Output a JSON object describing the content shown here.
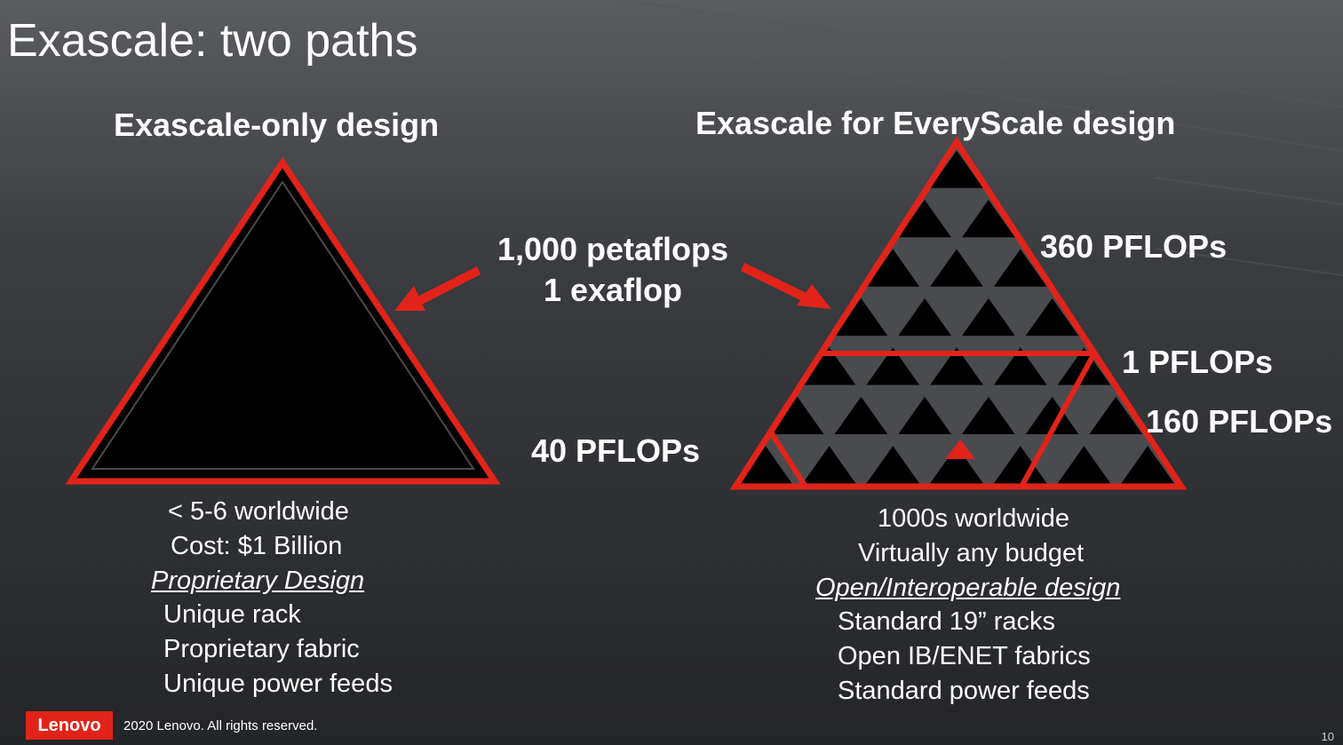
{
  "slide": {
    "title": "Exascale: two paths",
    "page_number": "10"
  },
  "left": {
    "heading": "Exascale-only design",
    "lines": [
      "< 5-6 worldwide",
      "Cost:  $1 Billion"
    ],
    "design_label": "Proprietary Design",
    "items": [
      "Unique rack",
      "Proprietary fabric",
      "Unique power feeds"
    ]
  },
  "right": {
    "heading": "Exascale for EveryScale design",
    "lines": [
      "1000s worldwide",
      "Virtually any budget"
    ],
    "design_label": "Open/Interoperable design",
    "items": [
      "Standard 19” racks",
      "Open IB/ENET fabrics",
      "Standard power feeds"
    ]
  },
  "callouts": {
    "center_line1": "1,000 petaflops",
    "center_line2": "1 exaflop",
    "pflops_360": "360 PFLOPs",
    "pflops_1": "1 PFLOPs",
    "pflops_160": "160 PFLOPs",
    "pflops_40": "40 PFLOPs"
  },
  "footer": {
    "logo": "Lenovo",
    "copyright": "2020 Lenovo. All rights reserved."
  },
  "colors": {
    "accent_red": "#e2231a",
    "triangle_fill": "#000000",
    "lattice_gray": "#4a4b4f",
    "text": "#ffffff"
  }
}
